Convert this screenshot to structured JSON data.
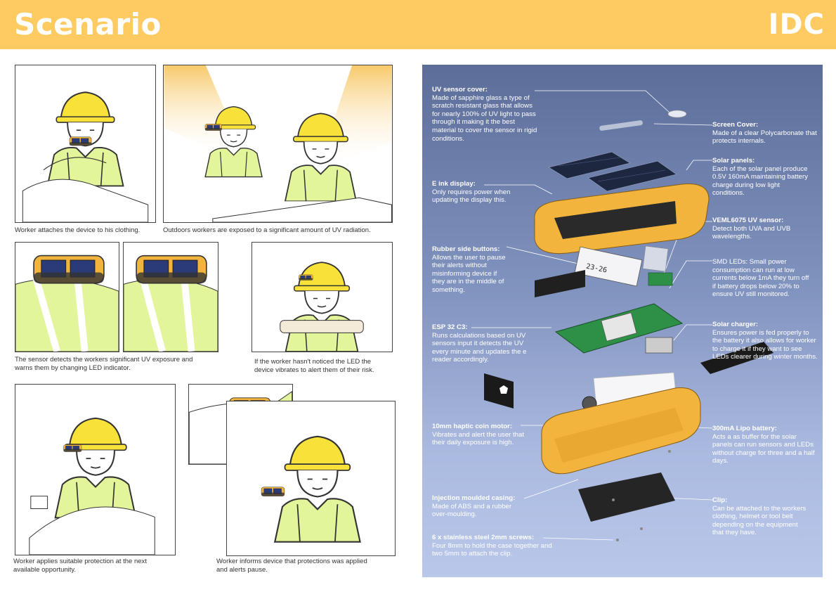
{
  "header": {
    "title": "Scenario",
    "brand": "IDC",
    "bg_color": "#fecb62"
  },
  "captions": {
    "c1": "Worker attaches the device to his clothing.",
    "c2": "Outdoors workers are exposed to a significant amount of UV radiation.",
    "c3a": "The sensor detects the workers  significant UV exposure and",
    "c3b": "warns them by changing LED indicator.",
    "c4a": "If the worker hasn't noticed the LED the",
    "c4b": "device vibrates to alert them of their risk.",
    "c5a": "Worker applies suitable protection at the next",
    "c5b": "available opportunity.",
    "c6a": "Worker informs device that protections was applied",
    "c6b": "and alerts pause."
  },
  "display_text": "23-26",
  "exploded_view": {
    "left": [
      {
        "title": "UV sensor cover:",
        "text": "Made of sapphire glass a type of scratch resistant glass that allows for nearly 100% of UV light to pass through it making it the best material to cover the sensor in rigid conditions."
      },
      {
        "title": "E ink display:",
        "text": "Only requires power when updating the display this."
      },
      {
        "title": "Rubber side buttons:",
        "text": "Allows the user to pause their alerts without misinforming device if they are in the middle of something."
      },
      {
        "title": "ESP 32 C3:",
        "text": "Runs calculations based on UV sensors input it detects the UV every minute and updates the e reader accordingly."
      },
      {
        "title": "10mm haptic coin motor:",
        "text": "Vibrates and alert the user that their daily exposure is high."
      },
      {
        "title": "Injection moulded casing:",
        "text": "Made of ABS and a rubber over-moulding."
      },
      {
        "title": "6 x stainless steel 2mm screws:",
        "text": "Four 8mm to hold the case together and two 5mm to attach the clip."
      }
    ],
    "right": [
      {
        "title": "Screen Cover:",
        "text": "Made of a clear Polycarbonate that protects internals."
      },
      {
        "title": "Solar panels:",
        "text": "Each of the solar panel produce 0.5V 160mA maintaining battery charge during low light conditions."
      },
      {
        "title": "VEML6075 UV sensor:",
        "text": "Detect both UVA and UVB wavelengths."
      },
      {
        "title": "",
        "text": "SMD LEDs: Small power consumption can run at low currents below 1mA they turn off if battery drops below 20% to ensure UV still monitored."
      },
      {
        "title": "Solar charger:",
        "text": "Ensures power is fed properly to the battery it also allows for worker to charge it if they want to see LEDs clearer during winter months."
      },
      {
        "title": "300mA Lipo battery:",
        "text": "Acts a as buffer for the solar panels can run sensors and LEDs without charge for three and a half days."
      },
      {
        "title": "Clip:",
        "text": "Can be attached to the workers clothing, helmet or tool belt depending on the equipment that they have."
      }
    ]
  },
  "colors": {
    "vest": "#e3f59a",
    "helmet": "#f8e23a",
    "case": "#f2b43c",
    "panel": "#7f91bd"
  }
}
